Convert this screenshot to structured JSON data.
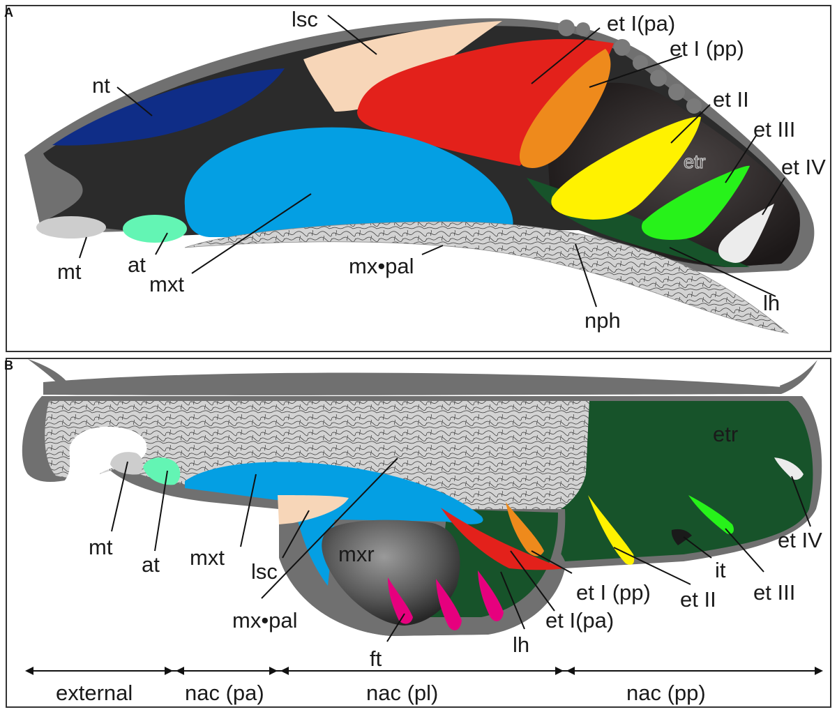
{
  "panels": {
    "a": {
      "letter": "A",
      "labels": {
        "lsc": "lsc",
        "et1pa": "et I(pa)",
        "et1pp": "et I (pp)",
        "nt": "nt",
        "et2": "et II",
        "et3": "et III",
        "etr": "etr",
        "et4": "et IV",
        "mt": "mt",
        "at": "at",
        "mxt": "mxt",
        "mxpal": "mx•pal",
        "lh": "lh",
        "nph": "nph"
      }
    },
    "b": {
      "letter": "B",
      "labels": {
        "etr": "etr",
        "mt": "mt",
        "at": "at",
        "mxt": "mxt",
        "lsc": "lsc",
        "mxr": "mxr",
        "mxpal": "mx•pal",
        "ft": "ft",
        "lh": "lh",
        "et1pp": "et I (pp)",
        "et1pa": "et I(pa)",
        "et2": "et II",
        "it": "it",
        "et3": "et III",
        "et4": "et IV"
      },
      "regions": [
        "external",
        "nac (pa)",
        "nac (pl)",
        "nac (pp)"
      ]
    }
  },
  "colors": {
    "body_dark": "#2b2b2b",
    "body_gray": "#707070",
    "navy": "#0f2d87",
    "peach": "#f7d6b8",
    "red": "#e3211b",
    "orange": "#ee8a1c",
    "yellow": "#fff200",
    "green_bright": "#27f21a",
    "dark_green": "#17532a",
    "blue": "#049fe3",
    "mint": "#63f5b4",
    "light_gray": "#cdcdcd",
    "magenta": "#e6007e",
    "white_tooth": "#ececec"
  }
}
